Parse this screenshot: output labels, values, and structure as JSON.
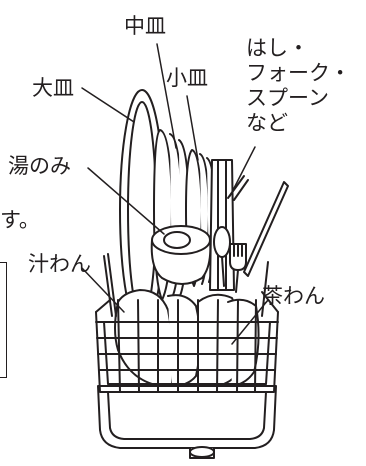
{
  "labels": {
    "medium_plate": "中皿",
    "small_plate": "小皿",
    "cutlery": "はし・\nフォーク・\nスプーン\nなど",
    "large_plate": "大皿",
    "teacup": "湯のみ",
    "soup_bowl": "汁わん",
    "rice_bowl": "茶わん"
  },
  "cut_off_text": "す。",
  "colors": {
    "line": "#231f20",
    "fill": "#ffffff"
  }
}
